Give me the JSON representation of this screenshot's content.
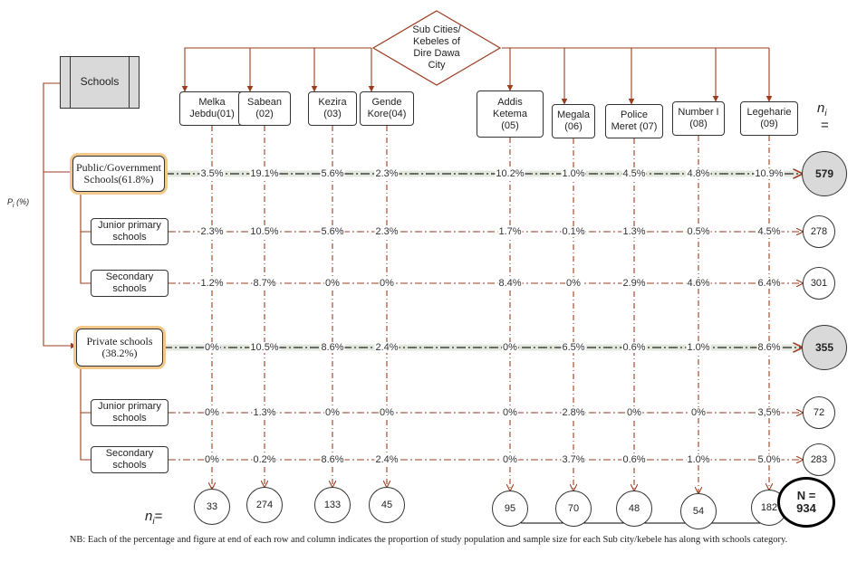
{
  "diamond_label": "Sub Cities/\nKebeles of\nDire Dawa\nCity",
  "schools_label": "Schools",
  "pi_label": "P",
  "pi_sub": "i",
  "pi_suffix": " (%)",
  "ni_top": "n",
  "ni_top_sub": "i",
  "ni_top_eq": "=",
  "ni_bottom": "n",
  "ni_bottom_sub": "i",
  "ni_bottom_eq": "=",
  "subcities": [
    {
      "name": "Melka\nJebdu(01)",
      "total": "33"
    },
    {
      "name": "Sabean\n(02)",
      "total": "274"
    },
    {
      "name": "Kezira\n(03)",
      "total": "133"
    },
    {
      "name": "Gende\nKore(04)",
      "total": "45"
    },
    {
      "name": "Addis\nKetema\n(05)",
      "total": "95"
    },
    {
      "name": "Megala\n(06)",
      "total": "70"
    },
    {
      "name": "Police\nMeret (07)",
      "total": "48"
    },
    {
      "name": "Number I\n(08)",
      "total": "54"
    },
    {
      "name": "Legeharie\n(09)",
      "total": "182"
    }
  ],
  "rows": [
    {
      "label": "Public/Government\nSchools(61.8%)",
      "type": "main",
      "total": "579",
      "values": [
        "3.5%",
        "19.1%",
        "5.6%",
        "2.3%",
        "10.2%",
        "1.0%",
        "4.5%",
        "4.8%",
        "10.9%"
      ]
    },
    {
      "label": "Junior primary\nschools",
      "type": "sub",
      "total": "278",
      "values": [
        "2.3%",
        "10.5%",
        "5.6%",
        "2.3%",
        "1.7%",
        "0.1%",
        "1.3%",
        "0.5%",
        "4.5%"
      ]
    },
    {
      "label": "Secondary\nschools",
      "type": "sub",
      "total": "301",
      "values": [
        "1.2%",
        "8.7%",
        "0%",
        "0%",
        "8.4%",
        "0%",
        "2.9%",
        "4.6%",
        "6.4%"
      ]
    },
    {
      "label": "Private  schools\n(38.2%)",
      "type": "main",
      "total": "355",
      "values": [
        "0%",
        "10.5%",
        "8.6%",
        "2.4%",
        "0%",
        "6.5%",
        "0.6%",
        "1.0%",
        "8.6%"
      ]
    },
    {
      "label": "Junior primary\nschools",
      "type": "sub",
      "total": "72",
      "values": [
        "0%",
        "1.3%",
        "0%",
        "0%",
        "0%",
        "2.8%",
        "0%",
        "0%",
        "3,5%"
      ]
    },
    {
      "label": "Secondary\nschools",
      "type": "sub",
      "total": "283",
      "values": [
        "0%",
        "0.2%",
        "8.6%",
        "2.4%",
        "0%",
        "3.7%",
        "0.6%",
        "1.0%",
        "5.0%"
      ]
    }
  ],
  "grand_total_label": "N =",
  "grand_total": "934",
  "note": "NB: Each of the  percentage and figure at end of each row and column  indicates the proportion of study population and sample size for each Sub city/kebele has  along with  schools category.",
  "colors": {
    "line": "#9b3c1f",
    "box_border": "#333333",
    "highlight": "#d9d9d9",
    "glow": "#f3c98b"
  }
}
